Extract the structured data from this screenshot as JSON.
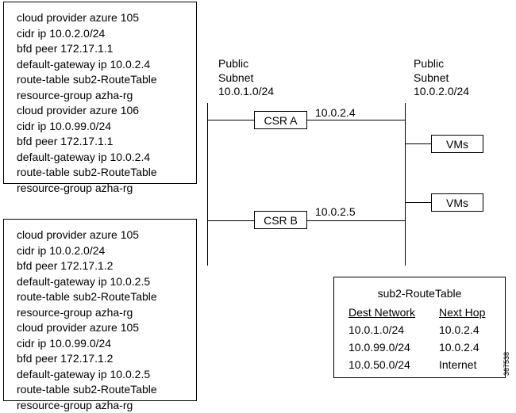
{
  "config_box_a": {
    "lines": [
      "cloud provider azure 105",
      "cidr ip 10.0.2.0/24",
      "bfd peer 172.17.1.1",
      "default-gateway ip 10.0.2.4",
      "route-table sub2-RouteTable",
      "resource-group azha-rg",
      "cloud provider azure 106",
      "cidr ip 10.0.99.0/24",
      "bfd peer 172.17.1.1",
      "default-gateway ip 10.0.2.4",
      "route-table sub2-RouteTable",
      "resource-group azha-rg"
    ]
  },
  "config_box_b": {
    "lines": [
      "cloud provider azure 105",
      "cidr ip 10.0.2.0/24",
      "bfd peer 172.17.1.2",
      "default-gateway ip 10.0.2.5",
      "route-table sub2-RouteTable",
      "resource-group azha-rg",
      "cloud provider azure 105",
      "cidr ip 10.0.99.0/24",
      "bfd peer 172.17.1.2",
      "default-gateway ip 10.0.2.5",
      "route-table sub2-RouteTable",
      "resource-group azha-rg"
    ]
  },
  "subnet_left": {
    "line1": "Public",
    "line2": "Subnet",
    "line3": "10.0.1.0/24"
  },
  "subnet_right": {
    "line1": "Public",
    "line2": "Subnet",
    "line3": "10.0.2.0/24"
  },
  "router_a": {
    "label": "CSR A",
    "ip": "10.0.2.4"
  },
  "router_b": {
    "label": "CSR B",
    "ip": "10.0.2.5"
  },
  "vms_1": {
    "label": "VMs"
  },
  "vms_2": {
    "label": "VMs"
  },
  "route_table": {
    "title": "sub2-RouteTable",
    "headers": {
      "dest": "Dest Network",
      "next": "Next Hop"
    },
    "rows": [
      {
        "dest": "10.0.1.0/24",
        "next": "10.0.2.4"
      },
      {
        "dest": "10.0.99.0/24",
        "next": "10.0.2.4"
      },
      {
        "dest": "10.0.50.0/24",
        "next": "Internet"
      }
    ]
  },
  "figure_id": "367538"
}
